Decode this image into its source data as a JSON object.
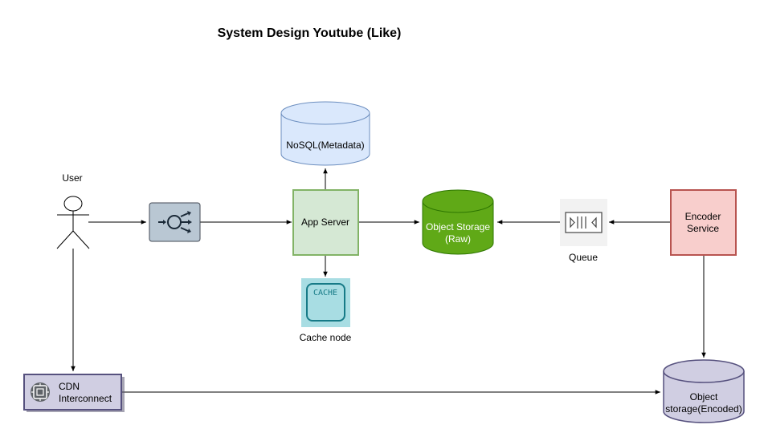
{
  "title": "System Design Youtube (Like)",
  "nodes": {
    "user": {
      "label": "User"
    },
    "load_balancer": {
      "icon": "load-balancer-icon",
      "color": "#b9c7d3"
    },
    "app_server": {
      "label": "App Server",
      "fill": "#d5e8d4",
      "stroke": "#82b366"
    },
    "nosql": {
      "label": "NoSQL(Metadata)",
      "fill": "#dae8fc",
      "stroke": "#6c8ebf"
    },
    "cache": {
      "label": "Cache node",
      "icon_text": "CACHE",
      "fill": "#a8dde3",
      "stroke": "#167a87"
    },
    "object_storage_raw": {
      "label_line1": "Object Storage",
      "label_line2": "(Raw)",
      "fill": "#60a917",
      "stroke": "#2d7600"
    },
    "queue": {
      "label": "Queue",
      "icon": "queue-icon"
    },
    "encoder": {
      "label_line1": "Encoder",
      "label_line2": "Service",
      "fill": "#f8cecc",
      "stroke": "#b85450"
    },
    "cdn": {
      "label_line1": "CDN",
      "label_line2": "Interconnect",
      "icon": "cdn-interconnect-icon",
      "fill": "#d0cee2",
      "stroke": "#56517e"
    },
    "object_storage_encoded": {
      "label_line1": "Object",
      "label_line2": "storage(Encoded)",
      "fill": "#d0cee2",
      "stroke": "#56517e"
    }
  }
}
